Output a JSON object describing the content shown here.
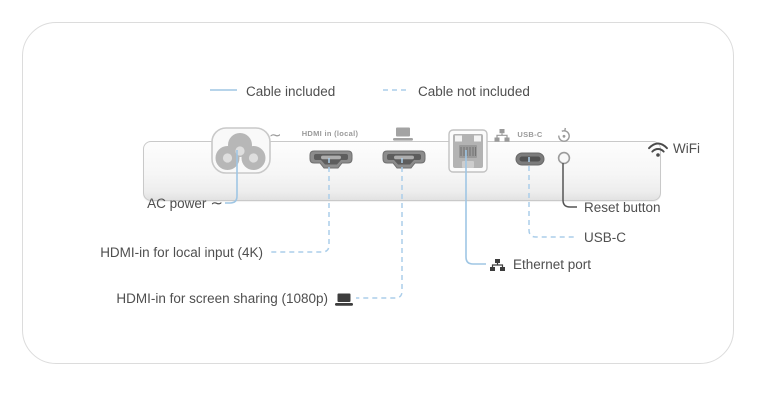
{
  "legend": {
    "included": "Cable included",
    "not_included": "Cable not included"
  },
  "panel": {
    "ac_symbol": "∼",
    "hdmi_local": "HDMI in (local)",
    "usbc": "USB-C"
  },
  "callouts": {
    "ac_power": "AC power",
    "ac_symbol": "∼",
    "hdmi_local": "HDMI-in for local input (4K)",
    "hdmi_share": "HDMI-in for screen sharing (1080p)",
    "ethernet": "Ethernet port",
    "usbc": "USB-C",
    "reset": "Reset button",
    "wifi": "WiFi"
  },
  "colors": {
    "line_solid_blue": "#9fc6e4",
    "line_dashed_blue": "#abceea",
    "line_dark": "#555555",
    "text": "#4f4f4f",
    "panel_text": "#9a9a9a"
  }
}
